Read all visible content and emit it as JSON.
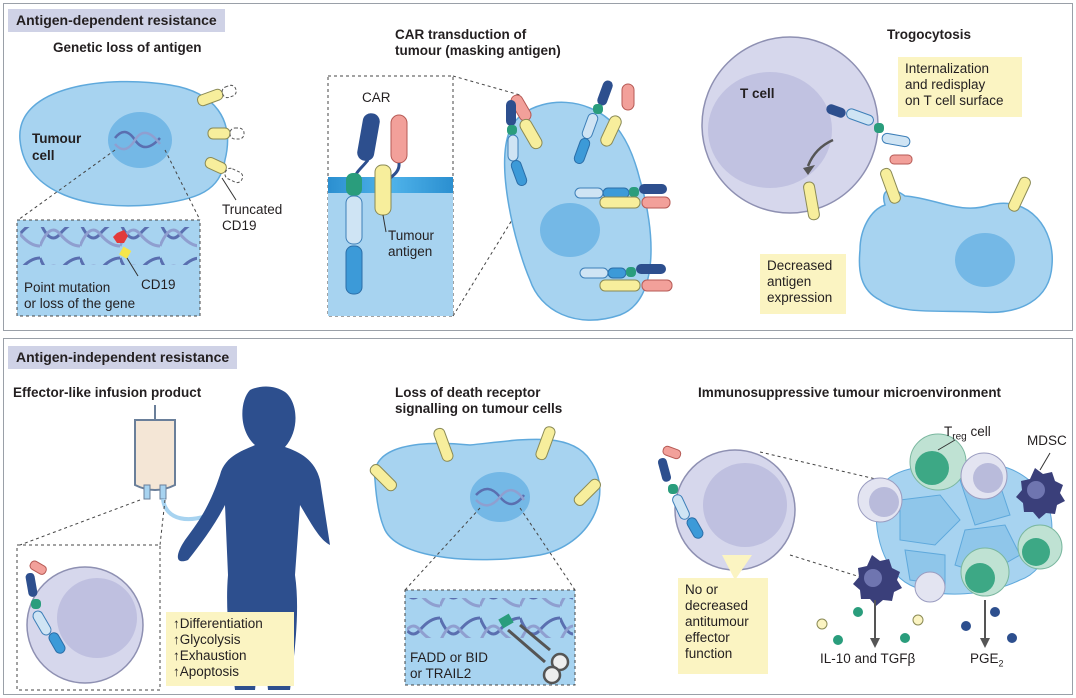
{
  "top": {
    "heading": "Antigen-dependent resistance",
    "genetic_loss": {
      "title": "Genetic loss of antigen",
      "cell_label_1": "Tumour",
      "cell_label_2": "cell",
      "truncated_1": "Truncated",
      "truncated_2": "CD19",
      "cd19": "CD19",
      "mutation_1": "Point mutation",
      "mutation_2": "or loss of the gene"
    },
    "car_transduction": {
      "title_1": "CAR transduction of",
      "title_2": "tumour (masking antigen)",
      "car": "CAR",
      "antigen_1": "Tumour",
      "antigen_2": "antigen"
    },
    "trogocytosis": {
      "title": "Trogocytosis",
      "tcell": "T cell",
      "internal_1": "Internalization",
      "internal_2": "and redisplay",
      "internal_3": "on T cell surface",
      "decreased_1": "Decreased",
      "decreased_2": "antigen",
      "decreased_3": "expression"
    }
  },
  "bottom": {
    "heading": "Antigen-independent resistance",
    "effector": {
      "title": "Effector-like infusion product",
      "items": [
        "↑Differentiation",
        "↑Glycolysis",
        "↑Exhaustion",
        "↑Apoptosis"
      ]
    },
    "death_receptor": {
      "title_1": "Loss of death receptor",
      "title_2": "signalling on tumour cells",
      "label_1": "FADD or BID",
      "label_2": "or TRAIL2"
    },
    "immunosuppressive": {
      "title": "Immunosuppressive tumour microenvironment",
      "treg_t": "T",
      "treg_sub": "reg",
      "treg_rest": " cell",
      "mdsc": "MDSC",
      "effector_1": "No or",
      "effector_2": "decreased",
      "effector_3": "antitumour",
      "effector_4": "effector",
      "effector_5": "function",
      "il10": "IL-10 and TGFβ",
      "pge": "PGE",
      "pge_sub": "2"
    }
  },
  "colors": {
    "cell_fill": "#a7d3f0",
    "nucleus": "#74b8e6",
    "tcell": "#d6d7ec",
    "note_bg": "#fbf4c2",
    "antigen": "#f7ee9c",
    "car_dark": "#2d4f8e",
    "car_pink": "#f2a09a",
    "car_green": "#2a9d7c",
    "panel_border": "#9aa0a8",
    "tag_bg": "#cfd2e6"
  }
}
